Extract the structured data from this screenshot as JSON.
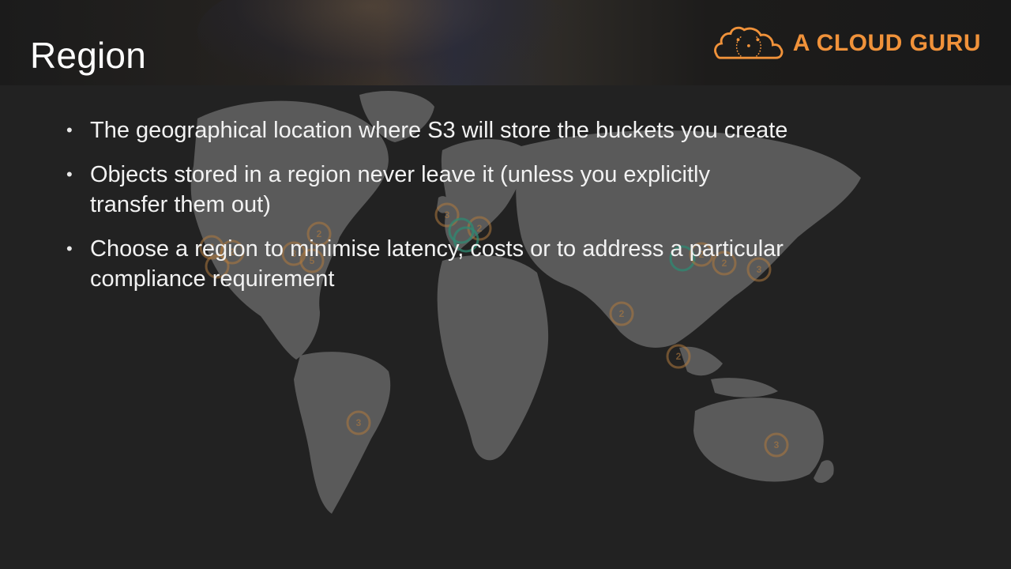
{
  "slide": {
    "title": "Region",
    "brand": "A CLOUD GURU",
    "bullets": [
      {
        "text": "The geographical location where S3 will store the buckets you create"
      },
      {
        "text": "Objects stored in a region never leave it (unless you explicitly transfer them out)"
      },
      {
        "text": "Choose a region to minimise latency, costs or to address a particular compliance requirement"
      }
    ],
    "region_markers": [
      "3",
      "2",
      "2",
      "3",
      "5",
      "2",
      "3",
      "2",
      "2",
      "3",
      "2",
      "2",
      "3",
      "3"
    ]
  },
  "colors": {
    "background": "#222222",
    "map_land": "#5a5a5a",
    "marker_orange": "#b07a3e",
    "marker_green": "#2f8a73",
    "brand_orange": "#f0923a",
    "text": "#f2f2f2"
  },
  "icons": {
    "logo": "cloud-logo-icon",
    "bullet": "bullet-dot-icon"
  }
}
